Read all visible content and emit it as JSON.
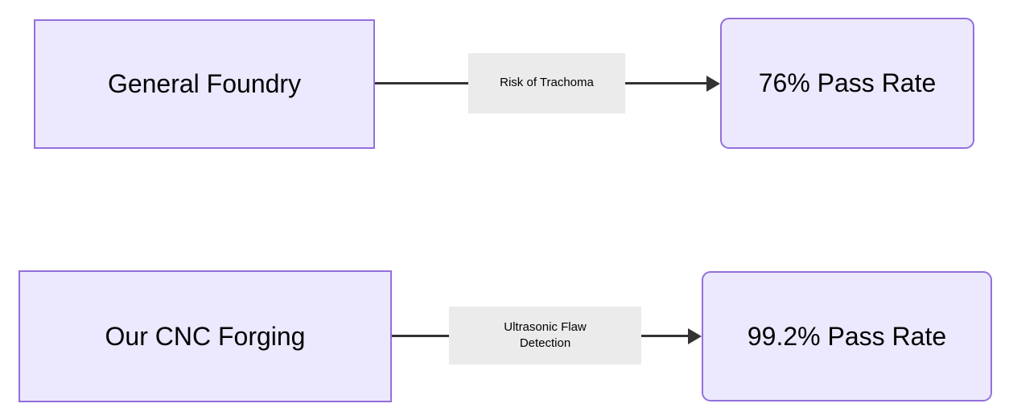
{
  "diagram": {
    "type": "flowchart",
    "direction": "left-to-right",
    "background_color": "#ffffff",
    "node_fill_color": "#ece8fd",
    "node_border_color": "#9370db",
    "edge_color": "#333333",
    "edge_label_background": "#ebebeb",
    "nodes": [
      {
        "id": "general-foundry",
        "label": "General Foundry",
        "shape": "rectangle",
        "row": 1
      },
      {
        "id": "pass-76",
        "label": "76% Pass Rate",
        "shape": "rounded-rectangle",
        "row": 1
      },
      {
        "id": "cnc-forging",
        "label": "Our CNC Forging",
        "shape": "rectangle",
        "row": 2
      },
      {
        "id": "pass-99",
        "label": "99.2% Pass Rate",
        "shape": "rounded-rectangle",
        "row": 2
      }
    ],
    "edges": [
      {
        "id": "edge-1",
        "from": "general-foundry",
        "to": "pass-76",
        "label": "Risk of Trachoma",
        "arrow": "arrow-right-icon"
      },
      {
        "id": "edge-2",
        "from": "cnc-forging",
        "to": "pass-99",
        "label": "Ultrasonic Flaw\nDetection",
        "arrow": "arrow-right-icon"
      }
    ]
  }
}
